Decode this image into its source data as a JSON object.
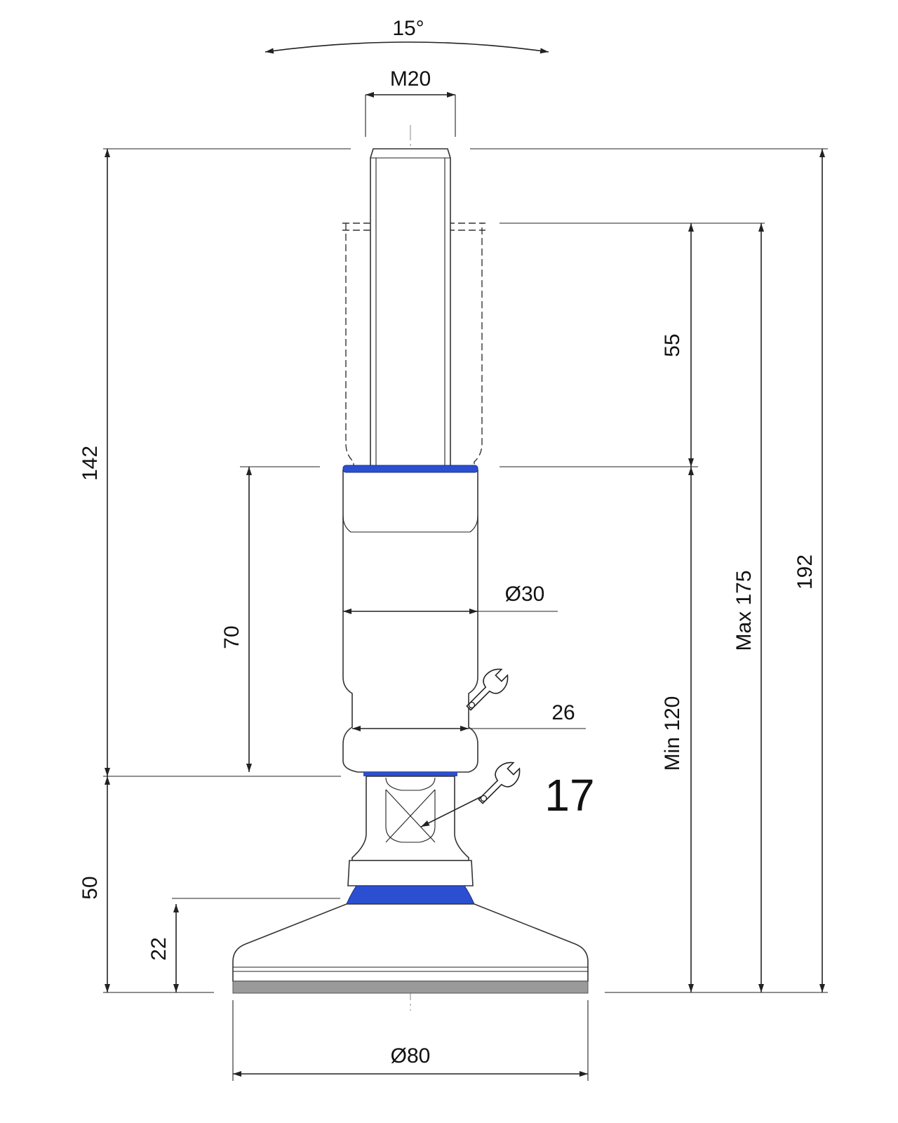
{
  "dimensions": {
    "tilt_angle": "15°",
    "thread": "M20",
    "height_lower": "142",
    "stroke": "55",
    "nut_height": "70",
    "nut_diameter": "Ø30",
    "height_min": "Min 120",
    "height_max": "Max 175",
    "height_total": "192",
    "base_height": "50",
    "pad_height": "22",
    "base_diameter": "Ø80"
  },
  "wrench_sizes": {
    "nut_wrench": "26",
    "ball_wrench": "17"
  },
  "colors": {
    "seal_ring": "#2b4fd0",
    "rubber_pad": "#9a9a9a",
    "line": "#222222"
  },
  "icons": {
    "wrench_small": "wrench-icon",
    "wrench_large": "wrench-icon"
  }
}
